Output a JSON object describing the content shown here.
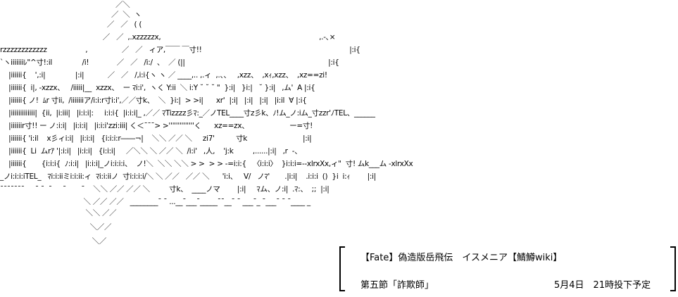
{
  "art": {
    "lines": [
      "                                                      ／＼",
      "                                                    ／  ＼  ヽ",
      "                                                  ／   ／   ( (",
      "                                                ／   ／  ,.xzzzzzx,                                                                          ,.-､×",
      "rzzzzzzzzzzzz                  ,                ／   ／   ィア,￣￣ ￣寸!!                                                                     |:i{",
      "`ヽiiiiiiiﾚ\"^寸!:il              /i!             ／   ／   /i:/  、  ／ (||                                                                   |:i{",
      "    |iiiiii{    ',:i|              |:i|           ／   ／   /,i:i{ヽ ヽ ／ ____,.. ,.ィ  ,.、、   ,xzz、  ,xｨ,xzz、  ,xz==zi!",
      "    |iiiiii{  i|, ‐xzzx、   /iiiii|__  xzzx、  ー ﾏi:i',  ヽく Y:ii  ＼ i:Y ˘ ˘ ˘ \"  }:i|   }i:|   ˘ }:i|   ,ム'  A |:i{",
      "    |iiiiii{ ノ!  ﾑr 寸ii,  /iiiiiiiア/i:i:r寸i:i',／／寸k、  ＼  }i:|  > >i|      xr'  |:i|   |:i|   |:i|   |i:il  ∀ |:i{",
      "    |iiiiiiiiiiiii|  {ii,  |i:iii|   |i:i:i|:     i:i:i{  |i:i:i|_ ,／／ ﾏTizzzz彡ﾏ:_／ノTEL____寸z彡k、ﾉ!ム_ノ:iム_寸zzr'ﾉTEL、______",
      "    |iiiiiir寸!! ー ノ:i:i|   |i:i:i|   |i:i:i'zzi:iii| く＜¯¯¯> >''''''''''''''く      xz==zx、                   ー=寸!",
      "    |iiiiii{ 'i:il    x彡ィi:i|   |i:i:i|   {i:i:i:r――¬|    ＼＼ ／／ ＼     zi7'          寸k                          |:i|",
      "    |iiiiii{  Li  ムrｱ '|:i:i|   |i:i:i|   {i:i:i|     ／＼＼ ＼ ／／ ＼  /i:i'   ,人,    'j:k         ,......|:i|   ,r  ‐、",
      "    |iiiiii{       {i:i:i{  ﾉ:i:i|   |i:i:i|_ノi:i:i:i、  ノ!＼  ＼＼ ＼＼ > >  > > ‐=i:i:{   〈i:i:i〉  }i:i:i=-‐xlrxXx,ィ\"  寸! ムk___ム ‐xlrxXx",
      "_ノi:i:i:iTEL_   ﾏi:i:iiミi:i:ii:ィ  ﾏi:i:iiノ  寸i:i:i:i/＼ ＼ ／／   ／／ ＼      'i:i、   V/   ノﾏ'       .|i:i|    .i:i:i  ()  }i  i:ｨ        |:i|",
      "¯¯¯¯¯¯¯     ¯ ¯  ¯     ¯       ¯    ＼＼ ／／ ／／ ＼         寸k、  ____ノマ        |:i|     ﾏム、ノ:i|  .ﾏ:、  ;;  |:i|",
      "                                       ＼ ／／ ／／   ________¯ ¯ ...__¯___¯_____¯¯__¯ ¯ ___¯_ ¯___¯ ¯ ¯____ _",
      "                                        ＼＼ ／／",
      "                                          ＼／／",
      "                                           ＼／"
    ]
  },
  "caption": {
    "title": "【Fate】偽造版岳飛伝　イスメニア【鯖鱒wiki】",
    "chapter": "第五節「詐欺師」",
    "schedule": "5月4日　21時投下予定"
  }
}
